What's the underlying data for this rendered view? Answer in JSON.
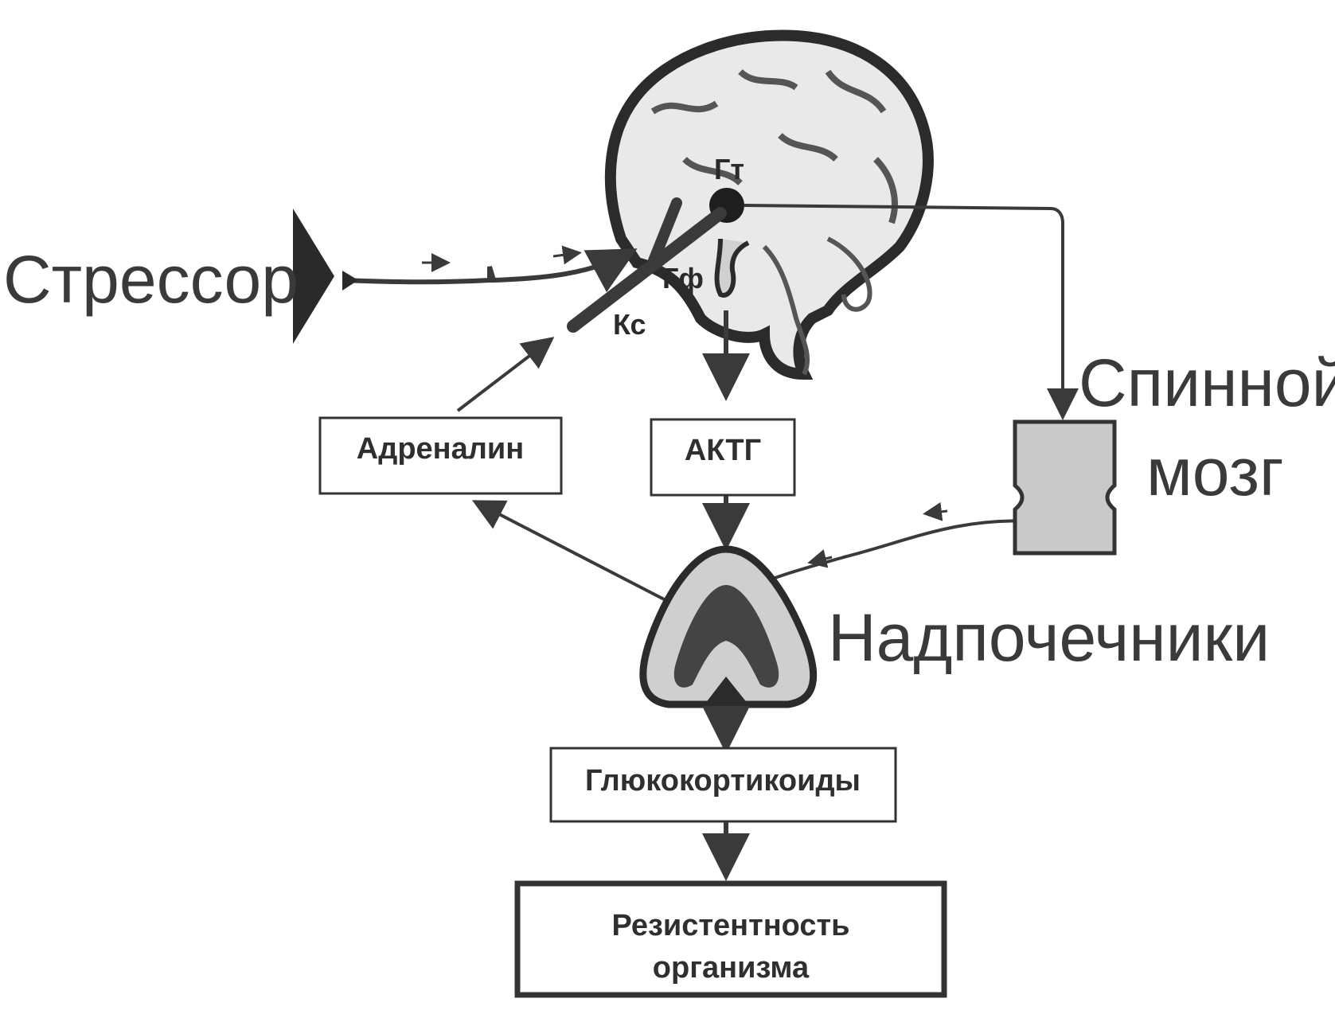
{
  "labels": {
    "stressor": "Стрессор",
    "hypothalamus": "Гт",
    "pituitary": "Гф",
    "cortex": "Кс",
    "spinal_cord_line1": "Спинной",
    "spinal_cord_line2": "мозг",
    "adrenals": "Надпочечники"
  },
  "boxes": {
    "adrenaline": "Адреналин",
    "acth": "АКТГ",
    "glucocorticoids": "Глюкокортикоиды",
    "resistance_line1": "Резистентность",
    "resistance_line2": "организма"
  },
  "colors": {
    "ink": "#333333",
    "text": "#3a3a3a",
    "brain_fill": "#e9e9e9",
    "brain_edge": "#2b2b2b",
    "spinal_fill": "#c9c9c9",
    "adrenal_cortex": "#cfcfcf",
    "adrenal_medulla": "#444444"
  }
}
